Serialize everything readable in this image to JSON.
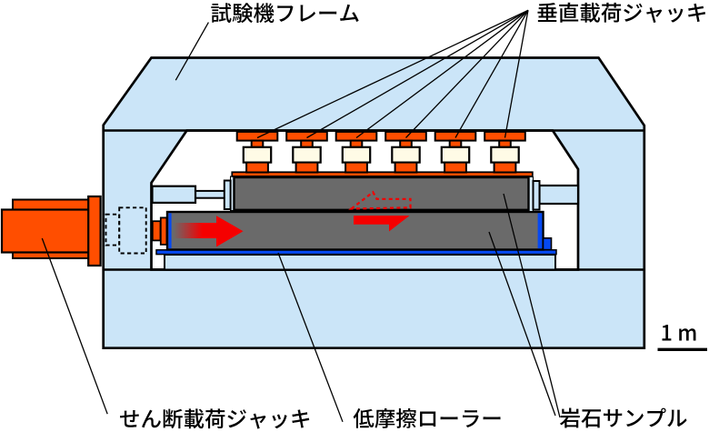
{
  "diagram": {
    "type": "technical-diagram",
    "subject": "rock friction shear testing machine cross-section",
    "language": "ja"
  },
  "labels": {
    "frame": "試験機フレーム",
    "vertical_jacks": "垂直載荷ジャッキ",
    "shear_jack": "せん断載荷ジャッキ",
    "rollers": "低摩擦ローラー",
    "rock_sample": "岩石サンプル",
    "scale": "1 m"
  },
  "colors": {
    "frame_blue": "#CBE5F8",
    "pale_blue": "#D8EDFC",
    "actuator_orange": "#FF4E00",
    "jack_cream": "#FFFBE6",
    "rock_gray": "#6A6A6A",
    "roller_blue": "#0549F2",
    "arrow_red": "#F50000",
    "outline_black": "#000000",
    "background": "#FFFFFF"
  },
  "counts": {
    "vertical_jacks": 6,
    "rock_samples": 2,
    "sample_leader_lines": 2
  },
  "arrows": {
    "lower_sample_motion": "solid red arrow pointing right",
    "upper_sample_reaction": "dashed red arrow pointing left",
    "shear_couple": "solid red half arrow pointing right"
  },
  "scale_bar": {
    "label": "1 m",
    "represents": "1 m"
  }
}
